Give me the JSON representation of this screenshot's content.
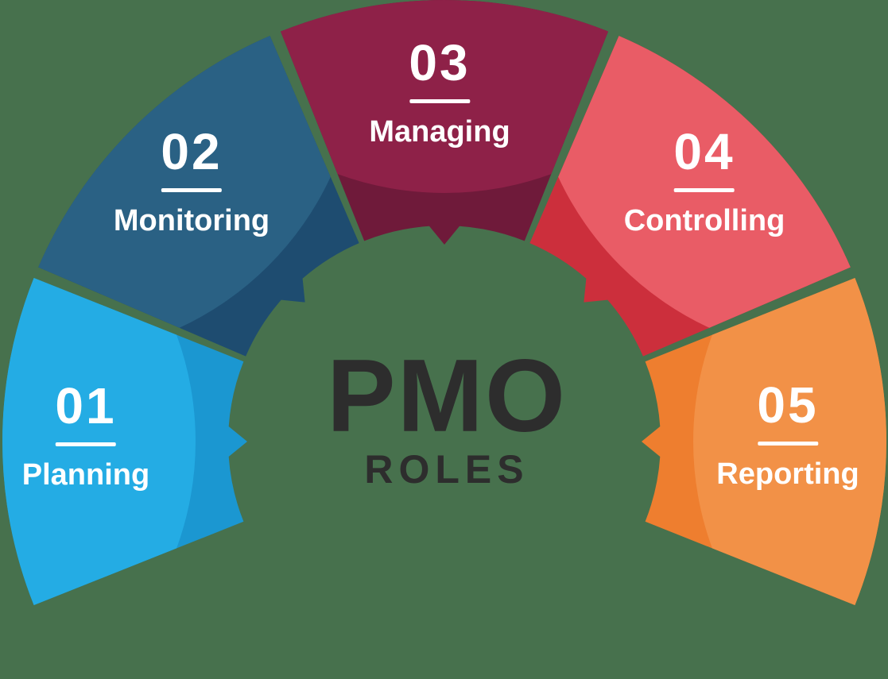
{
  "title": {
    "main": "PMO",
    "sub": "ROLES"
  },
  "colors": {
    "background": "#47714D",
    "title_text": "#2D2D2D",
    "label_text": "#FFFFFF"
  },
  "segments": [
    {
      "number": "01",
      "label": "Planning",
      "color": "#24ACE4",
      "band_color": "#1B97D1"
    },
    {
      "number": "02",
      "label": "Monitoring",
      "color": "#2A6184",
      "band_color": "#1E4C70"
    },
    {
      "number": "03",
      "label": "Managing",
      "color": "#8E2148",
      "band_color": "#6F1A3A"
    },
    {
      "number": "04",
      "label": "Controlling",
      "color": "#E95C66",
      "band_color": "#CC2F3C"
    },
    {
      "number": "05",
      "label": "Reporting",
      "color": "#F29147",
      "band_color": "#EE7E2F"
    }
  ]
}
